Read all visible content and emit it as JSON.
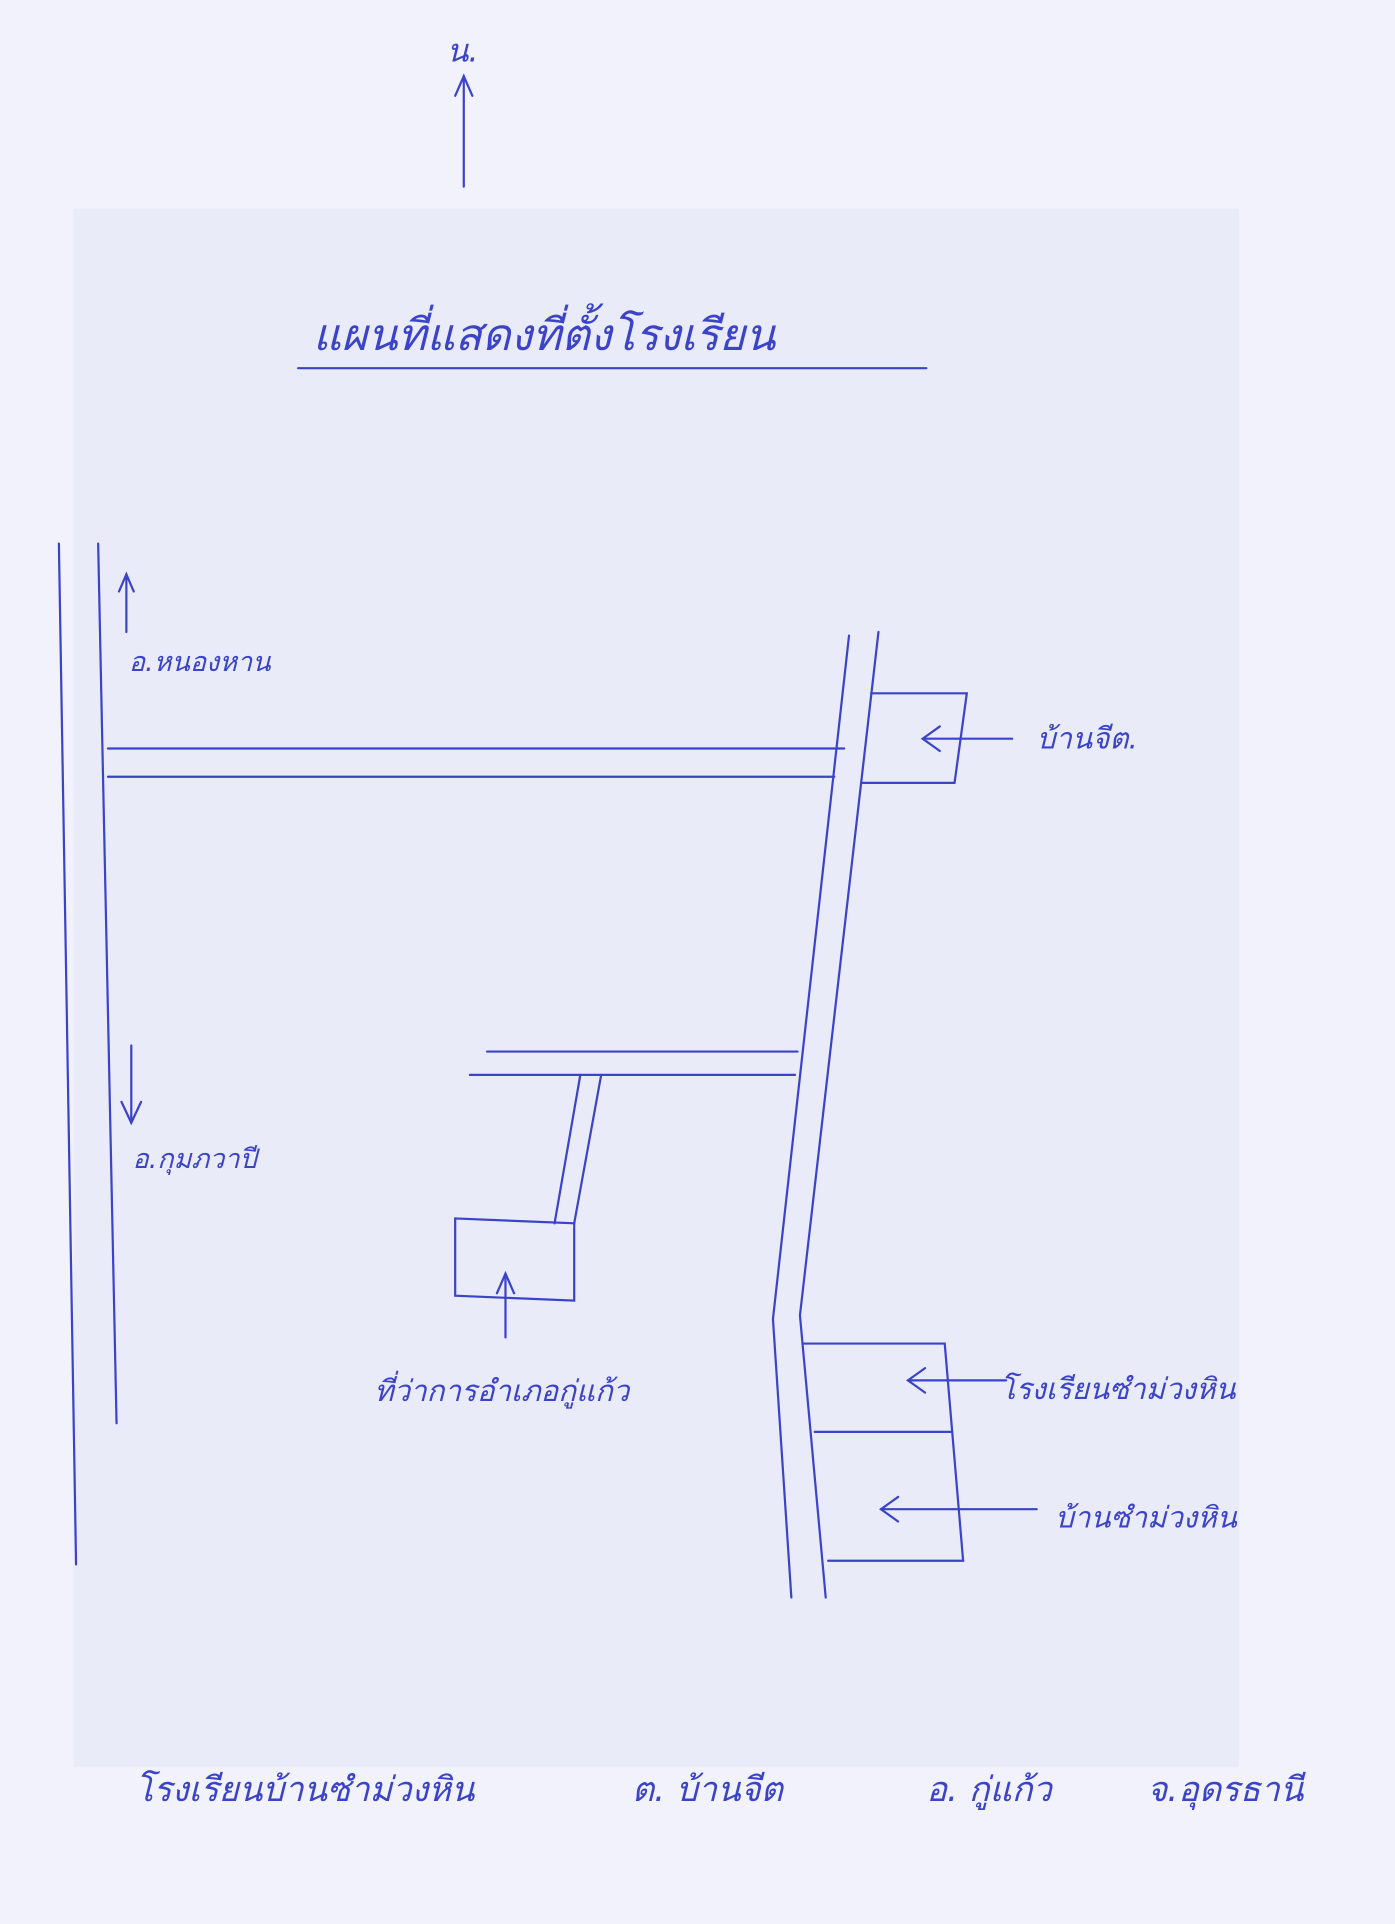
{
  "north_label": "น.",
  "title": "แผนที่แสดงที่ตั้งโรงเรียน",
  "labels": {
    "to_nong_han": "อ.หนองหาน",
    "to_kumphawapi": "อ.กุมภวาปี",
    "ban_chit": "บ้านจีต.",
    "district_office": "ที่ว่าการอำเภอกู่แก้ว",
    "school": "โรงเรียนซำม่วงหิน",
    "village": "บ้านซำม่วงหิน"
  },
  "caption": {
    "school": "โรงเรียนบ้านซำม่วงหิน",
    "tambon": "ต. บ้านจีต",
    "amphoe": "อ. กู่แก้ว",
    "province": "จ.อุดรธานี"
  },
  "colors": {
    "ink": "#3b43c9",
    "paper": "#f1f2fb"
  }
}
